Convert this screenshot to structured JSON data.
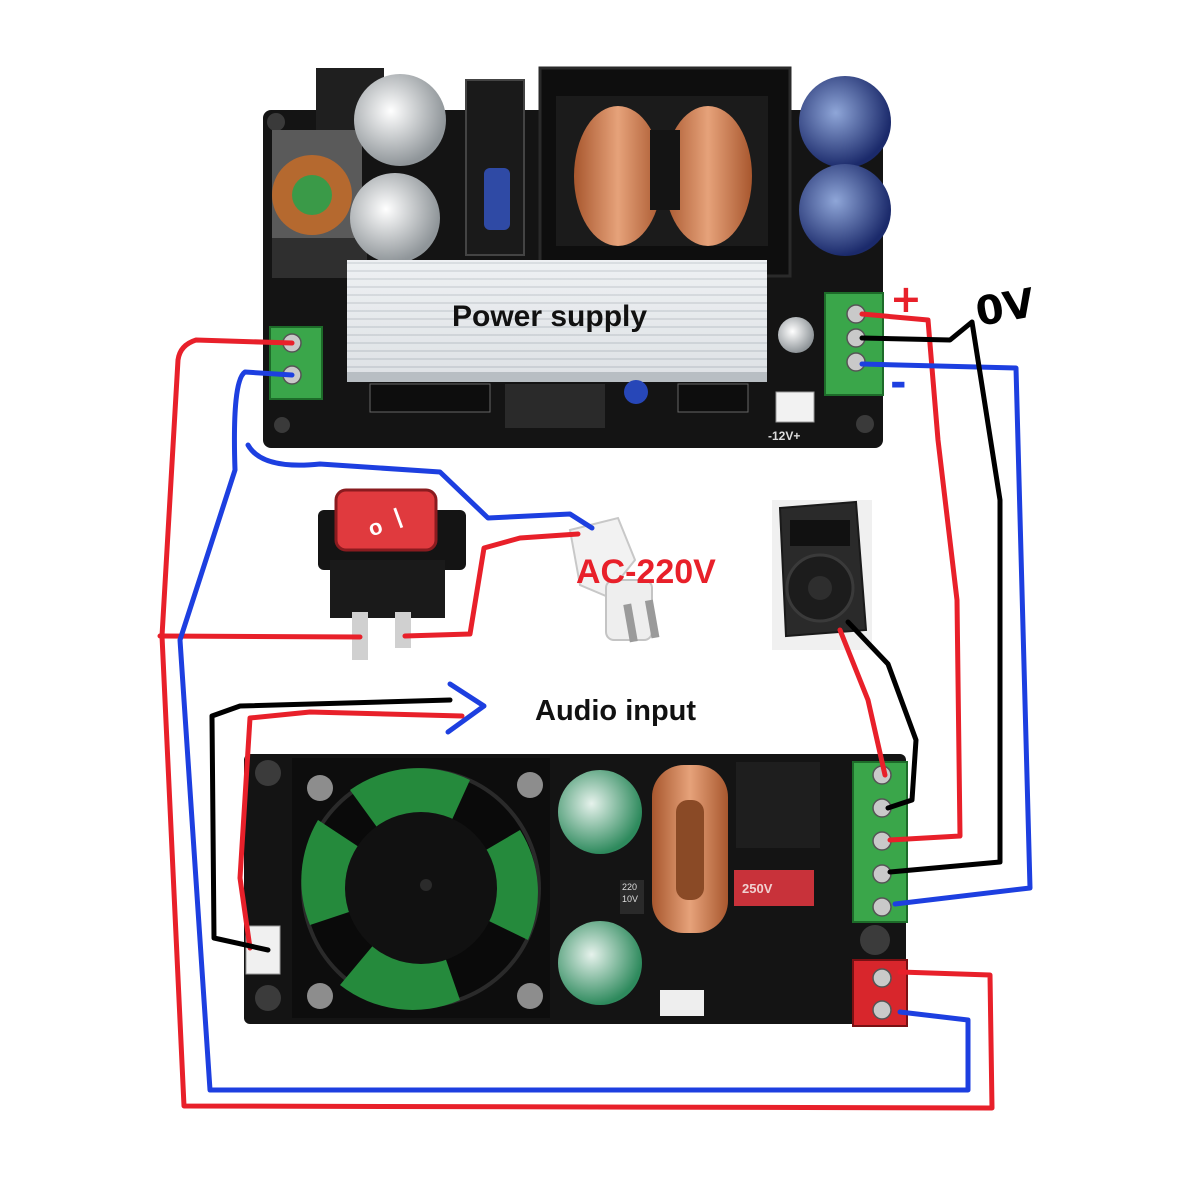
{
  "labels": {
    "power_supply": "Power supply",
    "audio_input": "Audio input",
    "ac_voltage": "AC-220V",
    "zero_volt": "0V",
    "plus": "+",
    "minus": "-",
    "psu_12v": "-12V+",
    "cap_220": "220",
    "cap_10v": "10V",
    "relay_code": "250V"
  },
  "colors": {
    "positive_wire": "#e8202a",
    "negative_wire": "#1d3fe0",
    "ground_wire": "#000000",
    "ac_label": "#e8202a",
    "terminal_green": "#3aa64a",
    "terminal_red": "#d8262c",
    "pcb": "#141414",
    "heatsink": "#e7ebee",
    "coil_copper": "#c8794d",
    "cap_blue": "#2b3a86",
    "cap_green": "#2f8f62",
    "cap_silver": "#d6d8da",
    "switch_red": "#e03a3e"
  },
  "icons": {
    "power_switch": "rocker-switch-icon",
    "plug": "ac-plug-icon",
    "speaker": "speaker-icon",
    "fan": "cooling-fan-icon"
  }
}
